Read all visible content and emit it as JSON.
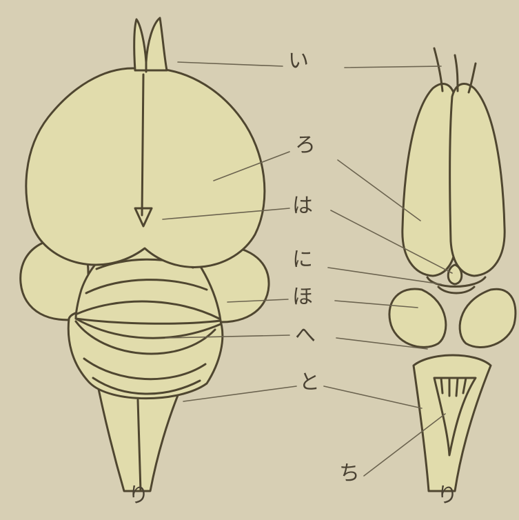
{
  "labels": {
    "i": "い",
    "ro": "ろ",
    "ha": "は",
    "ni": "に",
    "ho": "ほ",
    "he": "へ",
    "to": "と",
    "chi": "ち",
    "ri_left": "り",
    "ri_right": "り"
  },
  "colors": {
    "paper": "#d7cfb4",
    "brain_fill": "#e1dcac",
    "ink": "#4f4630",
    "leader": "#6b634f"
  }
}
